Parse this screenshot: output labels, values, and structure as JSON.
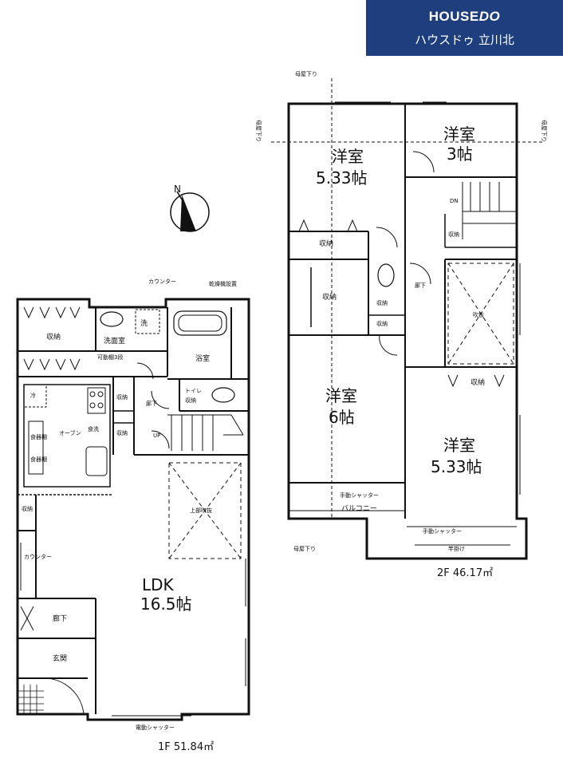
{
  "brand": {
    "logo_a": "HOUSE",
    "logo_b": "DO",
    "branch": "ハウスドゥ 立川北"
  },
  "compass": {
    "label": "N"
  },
  "floor1": {
    "area_label": "1F 51.84㎡",
    "rooms": {
      "storage": "収納",
      "washroom": "洗面室",
      "washer": "洗",
      "counter_top": "カウンター",
      "dryer": "乾燥機設置",
      "bath": "浴室",
      "chimney": "可動棚3段",
      "storage_small_1": "収納",
      "storage_small_2": "収納",
      "toilet": "トイレ",
      "toilet_storage": "収納",
      "hall": "廊下",
      "up": "UP",
      "fridge": "冷",
      "pantry_1": "食器棚",
      "pantry_2": "食器棚",
      "microwave": "オーブン",
      "dishwasher": "食洗",
      "storage_left": "収納",
      "counter_left": "カウンター",
      "stairwell": "上部吹抜",
      "ldk": "LDK",
      "ldk_size": "16.5帖",
      "hall_lower": "廊下",
      "entrance": "玄関",
      "shutter": "電動シャッター"
    }
  },
  "floor2": {
    "area_label": "2F 46.17㎡",
    "rooms": {
      "western_1": "洋室",
      "western_1_size": "5.33帖",
      "western_2": "洋室",
      "western_2_size": "3帖",
      "storage_1": "収納",
      "storage_2": "収納",
      "storage_3": "収納",
      "storage_4": "収納",
      "storage_5": "収納",
      "storage_6": "収納",
      "dn": "DN",
      "hall": "廊下",
      "void": "吹抜",
      "western_3": "洋室",
      "western_3_size": "6帖",
      "western_4": "洋室",
      "western_4_size": "5.33帖",
      "manual_shutter_1": "手動シャッター",
      "balcony": "バルコニー",
      "manual_shutter_2": "手動シャッター",
      "drying_rod": "竿掛け",
      "roof_top": "母屋下り",
      "roof_right": "母屋下り",
      "roof_left": "母屋下り",
      "roof_bottom": "母屋下り"
    }
  }
}
